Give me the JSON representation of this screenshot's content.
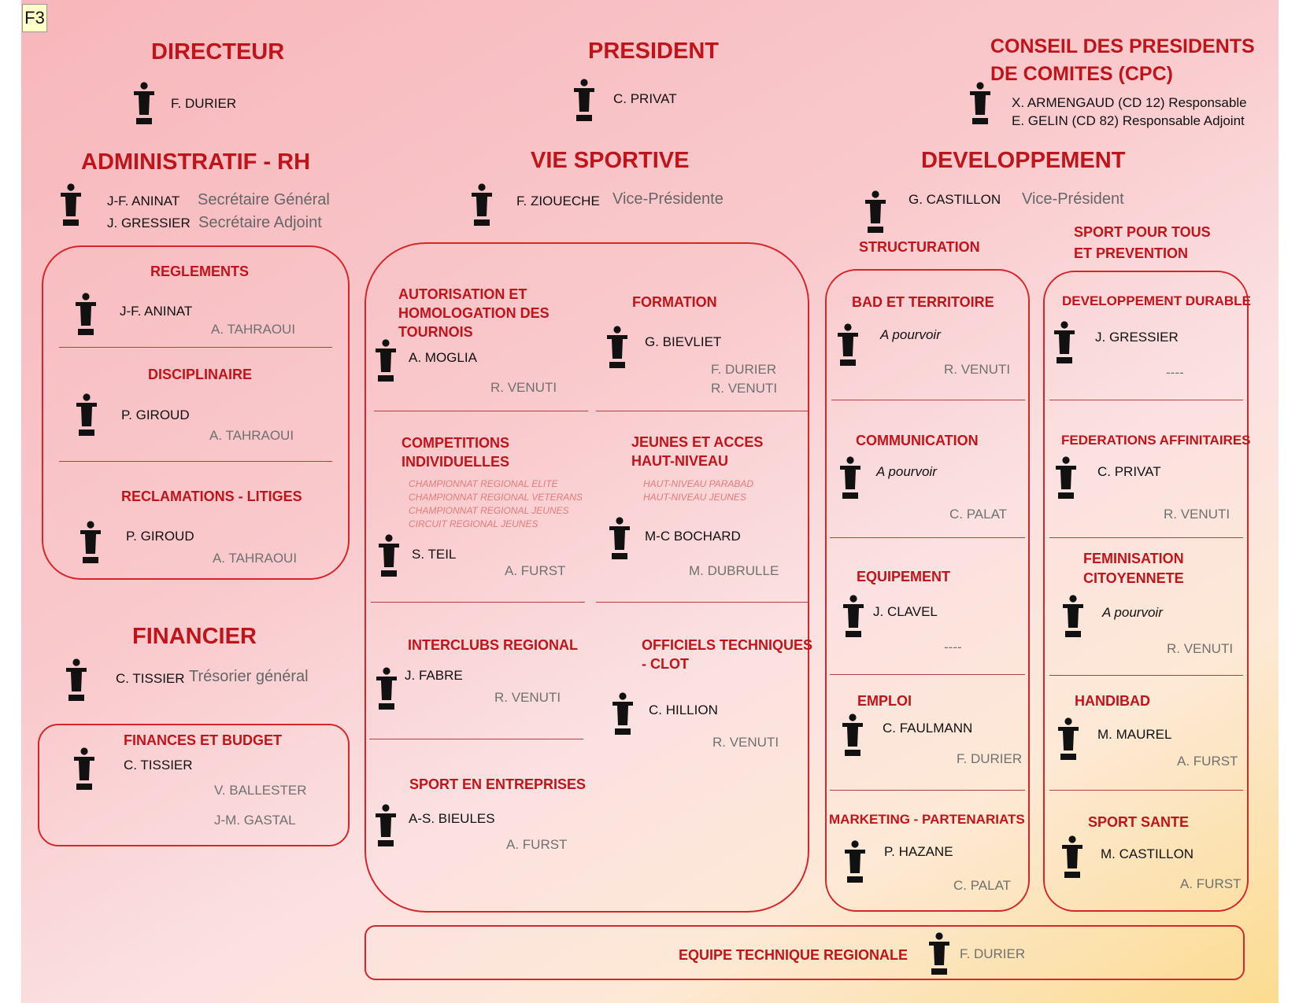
{
  "tag": "F3",
  "directeur": {
    "title": "DIRECTEUR",
    "name": "F. DURIER"
  },
  "president": {
    "title": "PRESIDENT",
    "name": "C. PRIVAT"
  },
  "cpc": {
    "title_line1": "CONSEIL DES PRESIDENTS",
    "title_line2": "DE COMITES  (CPC)",
    "member1": "X. ARMENGAUD (CD 12)  Responsable",
    "member2": "E. GELIN (CD 82) Responsable Adjoint"
  },
  "admin": {
    "title": "ADMINISTRATIF - RH",
    "name1": "J-F. ANINAT",
    "role1": "Secrétaire Général",
    "name2": "J. GRESSIER",
    "role2": "Secrétaire Adjoint"
  },
  "vie": {
    "title": "VIE SPORTIVE",
    "name": "F. ZIOUECHE",
    "role": "Vice-Présidente"
  },
  "dev": {
    "title": "DEVELOPPEMENT",
    "name": "G. CASTILLON",
    "role": "Vice-Président",
    "structuration": "STRUCTURATION",
    "sport_tous_1": "SPORT POUR TOUS",
    "sport_tous_2": "ET PREVENTION"
  },
  "reglements": {
    "title": "REGLEMENTS",
    "name": "J-F. ANINAT",
    "sub": "A. TAHRAOUI"
  },
  "disciplinaire": {
    "title": "DISCIPLINAIRE",
    "name": "P. GIROUD",
    "sub": "A. TAHRAOUI"
  },
  "reclamations": {
    "title": "RECLAMATIONS - LITIGES",
    "name": "P. GIROUD",
    "sub": "A. TAHRAOUI"
  },
  "financier": {
    "title": "FINANCIER",
    "name": "C. TISSIER",
    "role": "Trésorier général"
  },
  "finances": {
    "title": "FINANCES ET BUDGET",
    "name": "C. TISSIER",
    "sub1": "V. BALLESTER",
    "sub2": "J-M. GASTAL"
  },
  "autorisation": {
    "l1": "AUTORISATION ET",
    "l2": "HOMOLOGATION DES",
    "l3": "TOURNOIS",
    "name": "A. MOGLIA",
    "sub": "R. VENUTI"
  },
  "formation": {
    "title": "FORMATION",
    "name": "G. BIEVLIET",
    "sub1": "F. DURIER",
    "sub2": "R. VENUTI"
  },
  "competitions": {
    "l1": "COMPETITIONS",
    "l2": "INDIVIDUELLES",
    "items": [
      "CHAMPIONNAT REGIONAL ELITE",
      "CHAMPIONNAT REGIONAL VETERANS",
      "CHAMPIONNAT REGIONAL JEUNES",
      "CIRCUIT REGIONAL JEUNES"
    ],
    "name": "S. TEIL",
    "sub": "A. FURST"
  },
  "jeunes": {
    "l1": "JEUNES ET ACCES",
    "l2": "HAUT-NIVEAU",
    "items": [
      "HAUT-NIVEAU PARABAD",
      "HAUT-NIVEAU JEUNES"
    ],
    "name": "M-C BOCHARD",
    "sub": "M. DUBRULLE"
  },
  "interclubs": {
    "title": "INTERCLUBS REGIONAL",
    "name": "J. FABRE",
    "sub": "R. VENUTI"
  },
  "officiels": {
    "l1": "OFFICIELS TECHNIQUES",
    "l2": "- CLOT",
    "name": "C. HILLION",
    "sub": "R. VENUTI"
  },
  "entreprises": {
    "title": "SPORT EN ENTREPRISES",
    "name": "A-S. BIEULES",
    "sub": "A. FURST"
  },
  "bad": {
    "title": "BAD ET TERRITOIRE",
    "name": "A pourvoir",
    "sub": "R. VENUTI"
  },
  "communication": {
    "title": "COMMUNICATION",
    "name": "A pourvoir",
    "sub": "C. PALAT"
  },
  "equipement": {
    "title": "EQUIPEMENT",
    "name": "J. CLAVEL",
    "sub": "----"
  },
  "emploi": {
    "title": "EMPLOI",
    "name": "C. FAULMANN",
    "sub": "F. DURIER"
  },
  "marketing": {
    "title": "MARKETING - PARTENARIATS",
    "name": "P. HAZANE",
    "sub": "C. PALAT"
  },
  "durable": {
    "title": "DEVELOPPEMENT DURABLE",
    "name": "J. GRESSIER",
    "sub": "----"
  },
  "federations": {
    "title": "FEDERATIONS AFFINITAIRES",
    "name": "C. PRIVAT",
    "sub": "R. VENUTI"
  },
  "feminisation": {
    "l1": "FEMINISATION",
    "l2": "CITOYENNETE",
    "name": "A pourvoir",
    "sub": "R. VENUTI"
  },
  "handibad": {
    "title": "HANDIBAD",
    "name": "M. MAUREL",
    "sub": "A. FURST"
  },
  "sante": {
    "title": "SPORT SANTE",
    "name": "M. CASTILLON",
    "sub": "A. FURST"
  },
  "etr": {
    "title": "EQUIPE TECHNIQUE REGIONALE",
    "name": "F. DURIER"
  }
}
